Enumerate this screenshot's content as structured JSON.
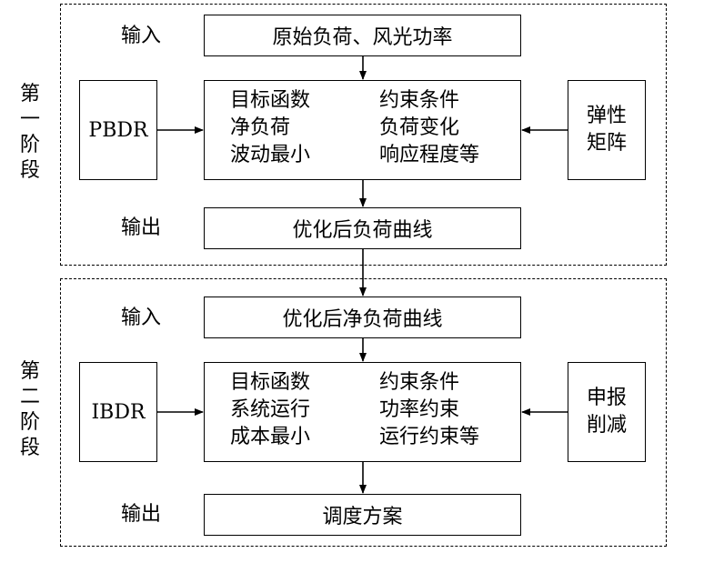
{
  "stage1": {
    "title_lines": [
      "第",
      "一",
      "阶",
      "段"
    ],
    "input_label": "输入",
    "input_box": "原始负荷、风光功率",
    "left_box": "PBDR",
    "objective_lines": [
      "目标函数",
      "净负荷",
      "波动最小"
    ],
    "constraint_lines": [
      "约束条件",
      "负荷变化",
      "响应程度等"
    ],
    "right_box_lines": [
      "弹性",
      "矩阵"
    ],
    "output_label": "输出",
    "output_box": "优化后负荷曲线"
  },
  "stage2": {
    "title_lines": [
      "第",
      "二",
      "阶",
      "段"
    ],
    "input_label": "输入",
    "input_box": "优化后净负荷曲线",
    "left_box": "IBDR",
    "objective_lines": [
      "目标函数",
      "系统运行",
      "成本最小"
    ],
    "constraint_lines": [
      "约束条件",
      "功率约束",
      "运行约束等"
    ],
    "right_box_lines": [
      "申报",
      "削减"
    ],
    "output_label": "输出",
    "output_box": "调度方案"
  }
}
